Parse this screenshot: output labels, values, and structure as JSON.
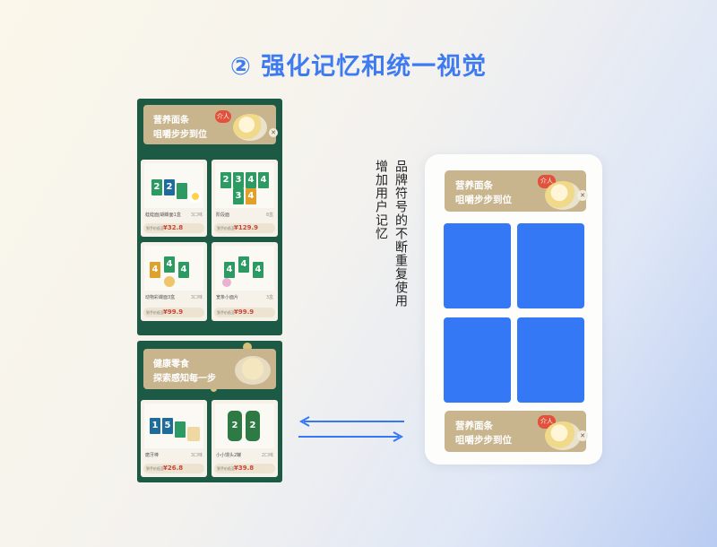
{
  "title": "② 强化记忆和统一视觉",
  "annotation": {
    "line1": "品牌符号的不断重复使用",
    "line2": "增加用户记忆"
  },
  "panel1": {
    "banner": {
      "line1": "营养面条",
      "line2": "咀嚼步步到位",
      "seal": "介人",
      "chop": "✕"
    },
    "products": [
      {
        "name": "蛙蛙面|蝴蝶面1盒",
        "count": "3口味",
        "price_label": "到手价低至",
        "price": "¥32.8"
      },
      {
        "name": "阶段面",
        "count": "8盒",
        "price_label": "到手价低至",
        "price": "¥129.9"
      },
      {
        "name": "动物彩蝶面3盒",
        "count": "3口味",
        "price_label": "到手价低至",
        "price": "¥99.9"
      },
      {
        "name": "宽条小面片",
        "count": "3盒",
        "price_label": "到手价低至",
        "price": "¥99.9"
      }
    ]
  },
  "panel2": {
    "banner": {
      "line1": "健康零食",
      "line2": "探索感知每一步"
    },
    "products": [
      {
        "name": "磨牙棒",
        "count": "3口味",
        "price_label": "到手价低至",
        "price": "¥26.8"
      },
      {
        "name": "小小馒头2罐",
        "count": "2口味",
        "price_label": "到手价低至",
        "price": "¥39.8"
      }
    ]
  },
  "phone": {
    "banner_top": {
      "line1": "营养面条",
      "line2": "咀嚼步步到位",
      "seal": "介人",
      "chop": "✕"
    },
    "banner_bottom": {
      "line1": "营养面条",
      "line2": "咀嚼步步到位",
      "seal": "介人",
      "chop": "✕"
    }
  },
  "colors": {
    "title": "#3f7bf0",
    "panel_green": "#1d5a46",
    "banner_tan": "#c9b58d",
    "placeholder_blue": "#3478f6",
    "arrow_blue": "#3478f6"
  }
}
